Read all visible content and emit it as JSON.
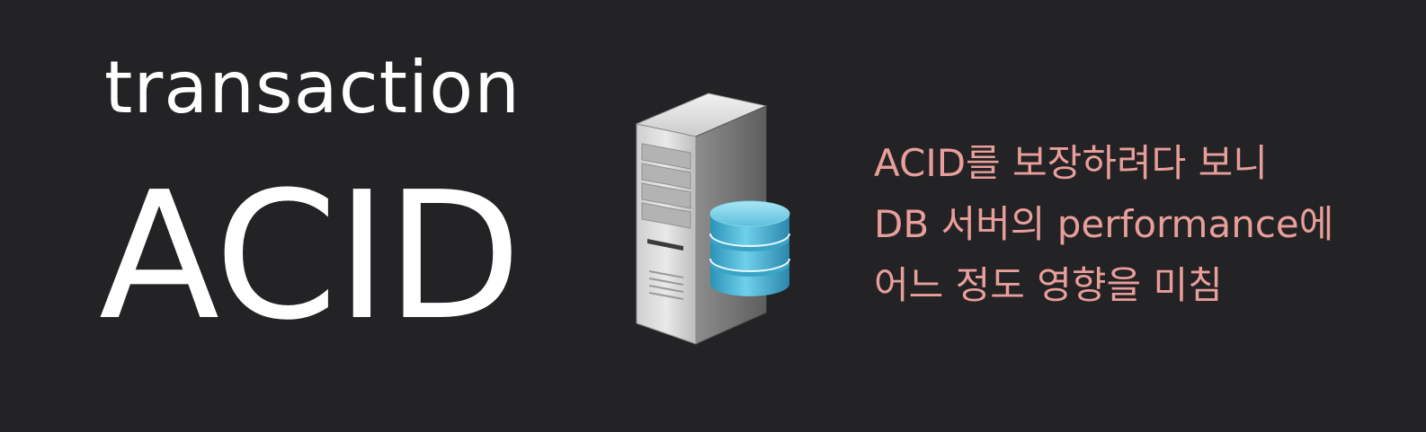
{
  "slide": {
    "title_small": "transaction",
    "title_big": "ACID",
    "icon": "database-server-icon",
    "notes": [
      "ACID를 보장하려다 보니",
      "DB 서버의 performance에",
      "어느 정도 영향을 미침"
    ]
  },
  "colors": {
    "background": "#232224",
    "title": "#ffffff",
    "notes": "#e89e9a",
    "database": "#4fb8d6"
  }
}
